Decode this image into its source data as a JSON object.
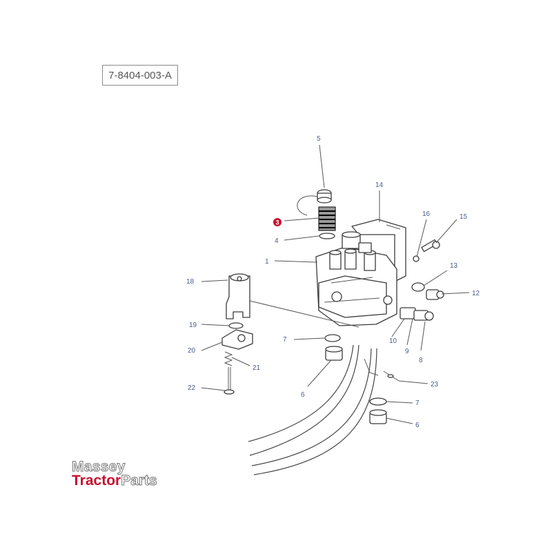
{
  "diagram": {
    "reference_code": "7-8404-003-A",
    "highlight_color": "#c8102e",
    "callout_color": "#4a5b8c",
    "callouts": {
      "c1": "1",
      "c3": "3",
      "c4": "4",
      "c5": "5",
      "c6a": "6",
      "c6b": "6",
      "c7a": "7",
      "c7b": "7",
      "c8": "8",
      "c9": "9",
      "c10": "10",
      "c12": "12",
      "c13": "13",
      "c14": "14",
      "c15": "15",
      "c16": "16",
      "c18": "18",
      "c19": "19",
      "c20": "20",
      "c21": "21",
      "c22": "22",
      "c23": "23"
    },
    "highlighted_callout": "3"
  },
  "logo": {
    "line1": "Massey",
    "line2_red": "Tractor",
    "line2_grey": "Parts"
  }
}
